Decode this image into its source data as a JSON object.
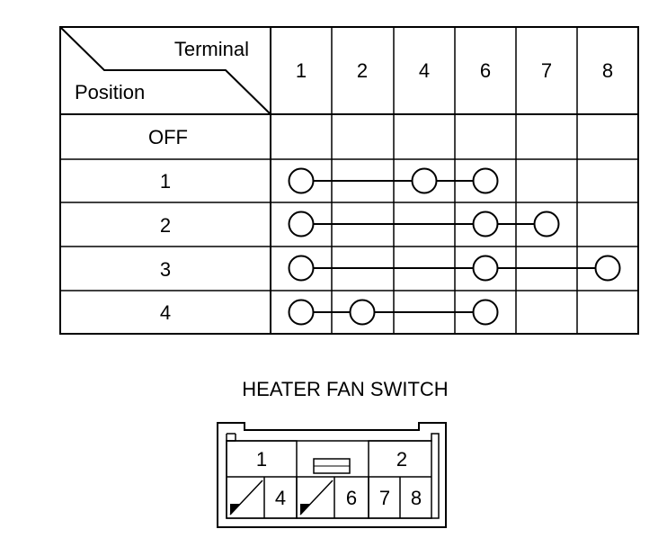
{
  "table": {
    "header_corner": {
      "top_label": "Terminal",
      "bottom_label": "Position"
    },
    "terminals": [
      "1",
      "2",
      "4",
      "6",
      "7",
      "8"
    ],
    "rows": [
      {
        "position": "OFF",
        "connected": []
      },
      {
        "position": "1",
        "connected": [
          "1",
          "4",
          "6"
        ]
      },
      {
        "position": "2",
        "connected": [
          "1",
          "6",
          "7"
        ]
      },
      {
        "position": "3",
        "connected": [
          "1",
          "6",
          "8"
        ]
      },
      {
        "position": "4",
        "connected": [
          "1",
          "2",
          "6"
        ]
      }
    ]
  },
  "connector": {
    "title": "HEATER FAN SWITCH",
    "top_left_label": "1",
    "top_right_label": "2",
    "bottom_pins": [
      "4",
      "6",
      "7",
      "8"
    ]
  }
}
